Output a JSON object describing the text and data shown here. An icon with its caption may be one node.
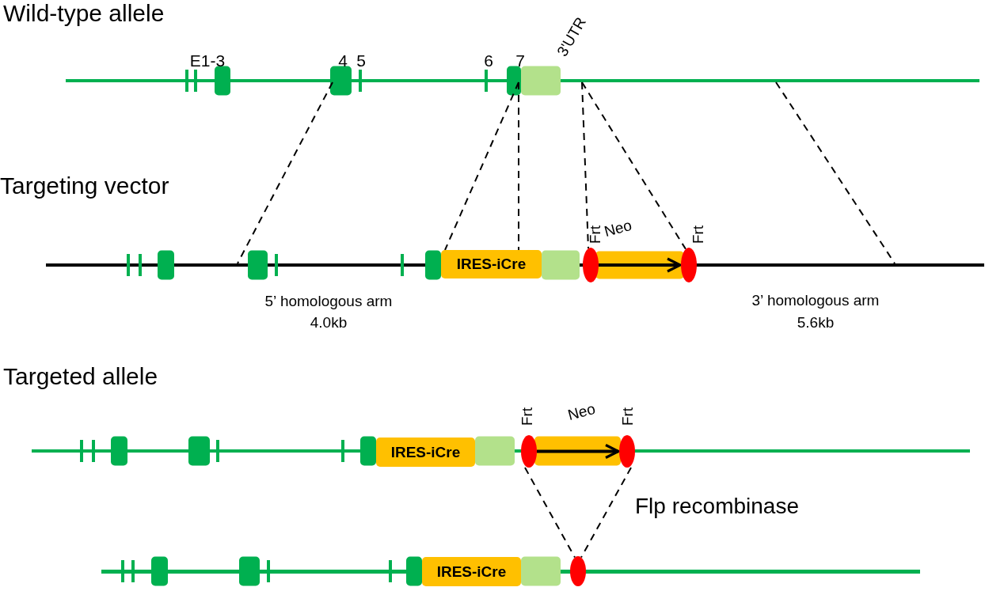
{
  "diagram": {
    "nodes": [
      {
        "text": [],
        "shape": "bar"
      },
      {
        "text": [],
        "shape": "bar"
      },
      {
        "text": [
          "IRES-iCre"
        ]
      },
      {
        "text": [],
        "shape": "ellipse"
      },
      {
        "text": [],
        "shape": "ellipse"
      },
      {
        "text": [],
        "shape": "bar"
      },
      {
        "text": [
          "IRES-iCre"
        ]
      },
      {
        "text": [],
        "shape": "ellipse"
      },
      {
        "text": [],
        "shape": "ellipse"
      },
      {
        "text": [],
        "shape": "bar"
      },
      {
        "text": [
          "IRES-iCre"
        ]
      },
      {
        "text": [],
        "shape": "ellipse"
      }
    ],
    "edges": [
      {
        "from": 0,
        "to": 1,
        "arrow": "none",
        "style": "dashed"
      },
      {
        "from": 0,
        "to": 2,
        "arrow": "none",
        "style": "dashed"
      },
      {
        "from": 0,
        "to": 2,
        "arrow": "none",
        "style": "dashed"
      },
      {
        "from": 0,
        "to": 3,
        "arrow": "none",
        "style": "dashed"
      },
      {
        "from": 0,
        "to": 4,
        "arrow": "none",
        "style": "dashed"
      },
      {
        "from": 0,
        "to": 1,
        "arrow": "none",
        "style": "dashed"
      },
      {
        "from": 7,
        "to": 11,
        "arrow": "none",
        "style": "dashed"
      },
      {
        "from": 8,
        "to": 11,
        "arrow": "none",
        "style": "dashed"
      },
      {
        "from": 3,
        "to": 4,
        "arrow": "to",
        "style": "thick"
      },
      {
        "from": 7,
        "to": 8,
        "arrow": "to",
        "style": "thick"
      }
    ],
    "labels": [
      "Wild-type allele",
      "E1-3",
      "4",
      "5",
      "6",
      "7",
      "3'UTR",
      "Targeting vector",
      "Frt",
      "Neo",
      "Frt",
      "5’ homologous arm",
      "4.0kb",
      "3’ homologous arm",
      "5.6kb",
      "Targeted allele",
      "Frt",
      "Neo",
      "Frt",
      "Flp recombinase"
    ]
  }
}
